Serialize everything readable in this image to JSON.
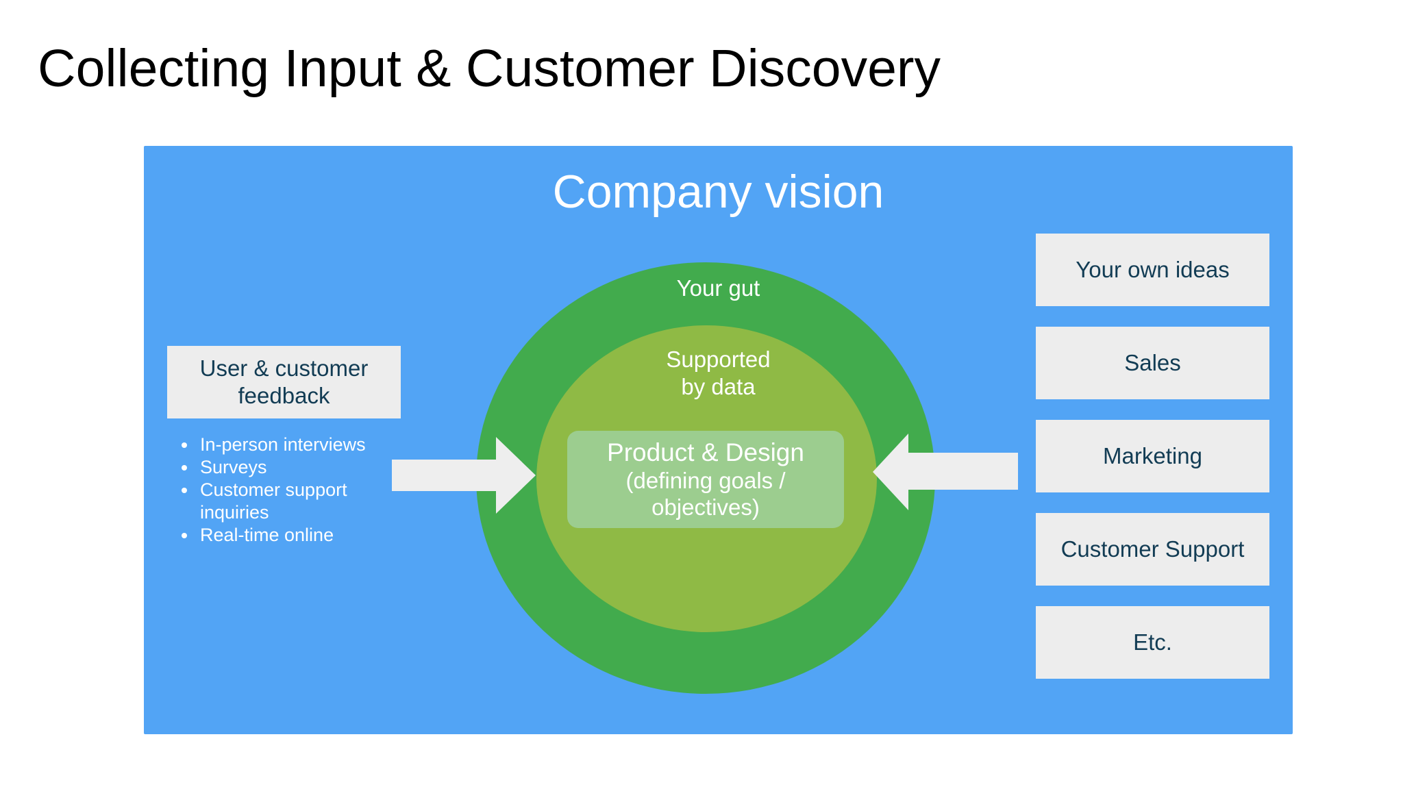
{
  "slide": {
    "title": "Collecting Input & Customer Discovery"
  },
  "diagram": {
    "title": "Company vision",
    "outer_ring_label": "Your gut",
    "inner_ring_label": [
      "Supported",
      "by data"
    ],
    "core": {
      "title": "Product & Design",
      "subtitle": [
        "(defining goals /",
        "objectives)"
      ]
    },
    "left": {
      "box_label": [
        "User & customer",
        "feedback"
      ],
      "items": [
        [
          "In-person interviews"
        ],
        [
          "Surveys"
        ],
        [
          "Customer support",
          "inquiries"
        ],
        [
          "Real-time online"
        ]
      ]
    },
    "right": {
      "boxes": [
        "Your own ideas",
        "Sales",
        "Marketing",
        "Customer Support",
        "Etc."
      ]
    },
    "colors": {
      "panel": "#52a4f5",
      "outer_ring": "#42ab4d",
      "inner_ring": "#8fba45",
      "core": "#9ccd8f",
      "box": "#ededed",
      "box_text": "#123c54",
      "arrow": "#eeeeee"
    }
  }
}
